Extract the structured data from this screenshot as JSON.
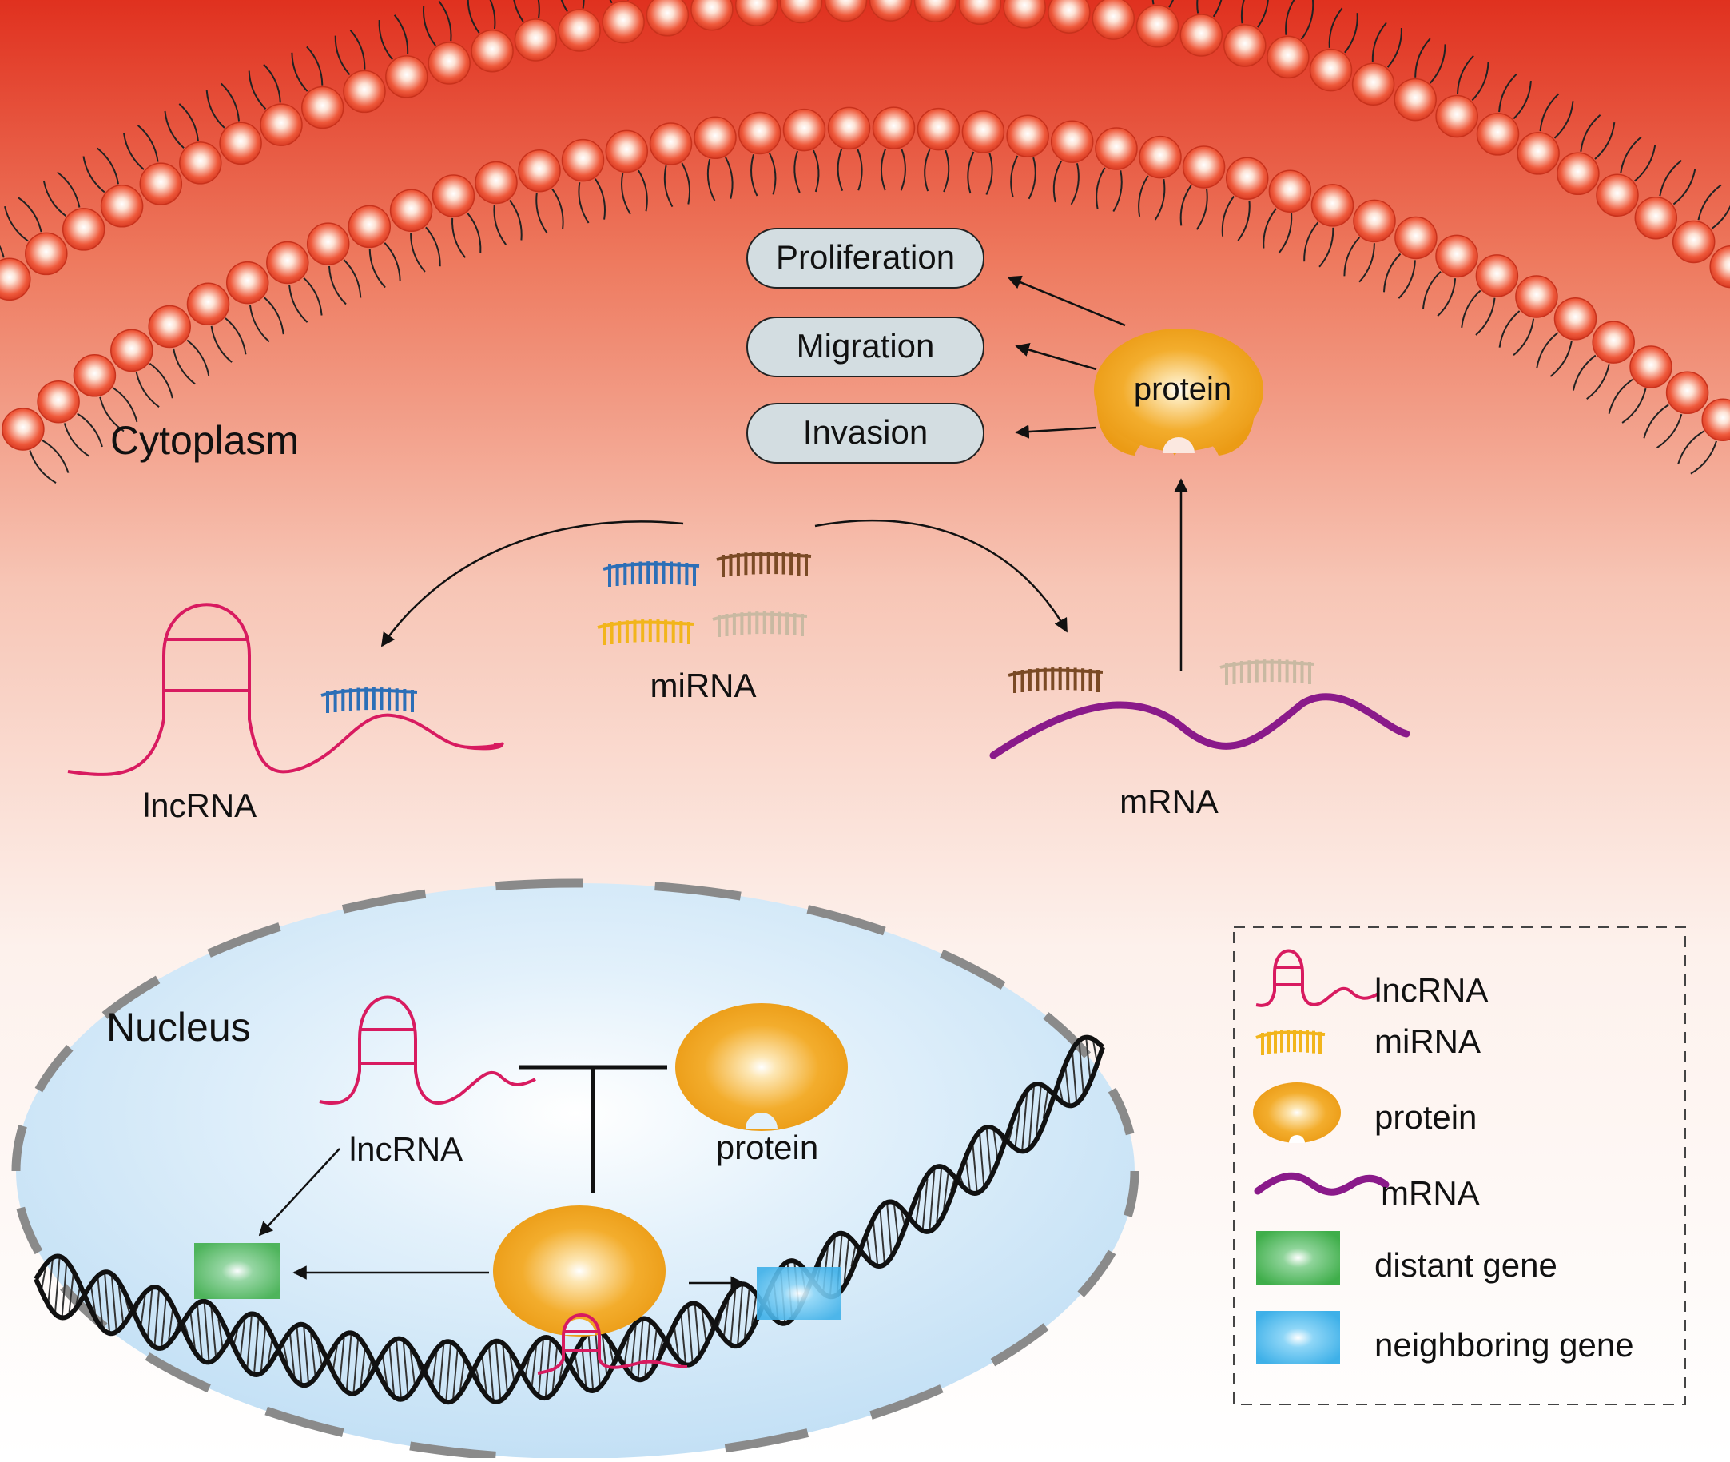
{
  "regions": {
    "cytoplasm": "Cytoplasm",
    "nucleus": "Nucleus"
  },
  "outcomes": [
    "Proliferation",
    "Migration",
    "Invasion"
  ],
  "labels": {
    "protein_cytoplasm": "protein",
    "mirna_cluster": "miRNA",
    "lncrna_cytoplasm": "lncRNA",
    "mrna": "mRNA",
    "lncrna_nucleus": "lncRNA",
    "protein_nucleus": "protein"
  },
  "legend": {
    "items": [
      {
        "label": "lncRNA",
        "icon": "lncrna-icon"
      },
      {
        "label": "miRNA",
        "icon": "mirna-icon"
      },
      {
        "label": "protein",
        "icon": "protein-icon"
      },
      {
        "label": "mRNA",
        "icon": "mrna-icon"
      },
      {
        "label": "distant gene",
        "icon": "distant-gene-icon"
      },
      {
        "label": "neighboring gene",
        "icon": "neighboring-gene-icon"
      }
    ]
  },
  "colors": {
    "lncrna": "#d81b60",
    "mrna": "#8a1a8a",
    "protein": "#f2a623",
    "mirna_blue": "#2c6fb7",
    "mirna_brown": "#7a4a25",
    "mirna_yellow": "#f2b51c",
    "mirna_beige": "#c9b9a2",
    "distant_gene": "#3fae4a",
    "neighboring_gene": "#3eb0e8",
    "membrane": "#e8412d"
  }
}
